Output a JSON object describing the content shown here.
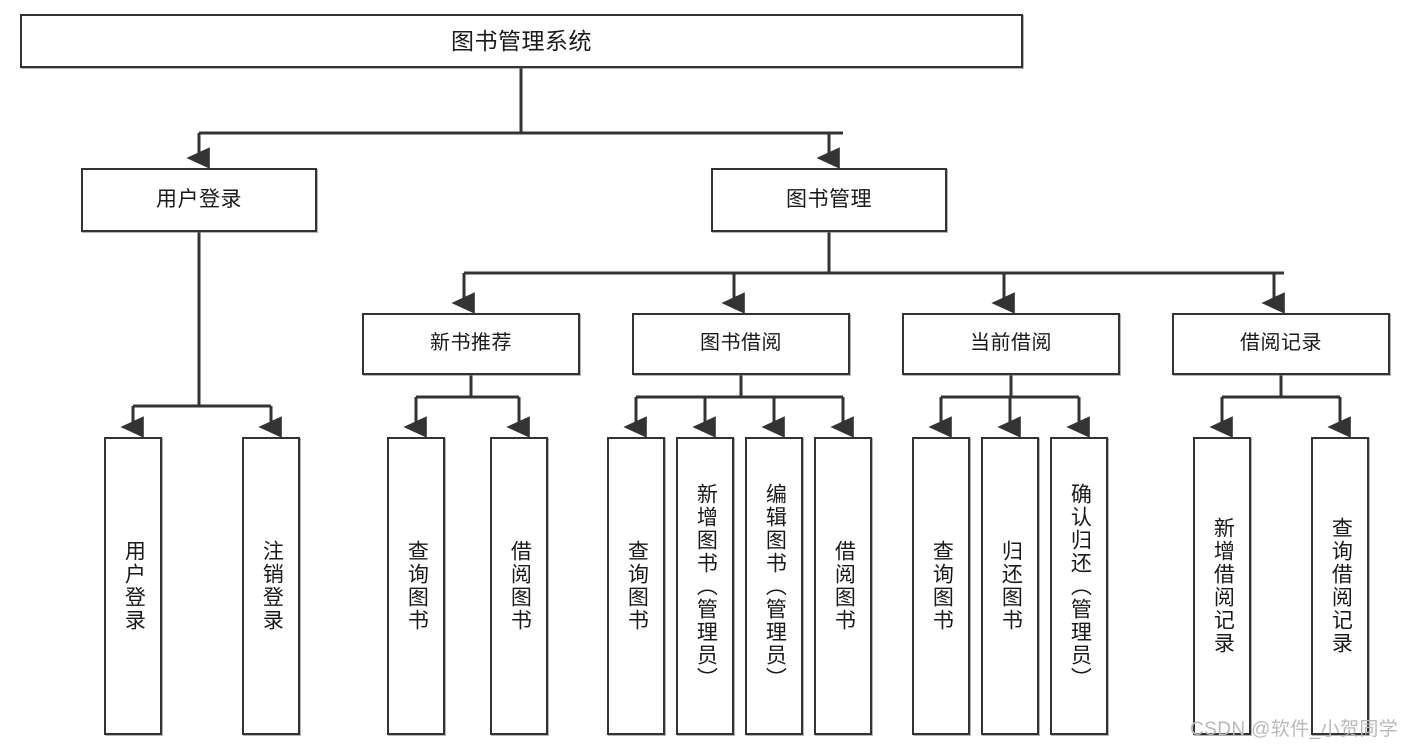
{
  "diagram": {
    "type": "tree",
    "title": "图书管理系统",
    "root": {
      "label": "图书管理系统"
    },
    "level2": [
      {
        "label": "用户登录"
      },
      {
        "label": "图书管理"
      }
    ],
    "level3": [
      {
        "label": "新书推荐"
      },
      {
        "label": "图书借阅"
      },
      {
        "label": "当前借阅"
      },
      {
        "label": "借阅记录"
      }
    ],
    "leaves": {
      "user_login": [
        {
          "label": "用户登录"
        },
        {
          "label": "注销登录"
        }
      ],
      "new_book_recommend": [
        {
          "label": "查询图书"
        },
        {
          "label": "借阅图书"
        }
      ],
      "book_borrow": [
        {
          "label": "查询图书"
        },
        {
          "label": "新增图书（管理员）"
        },
        {
          "label": "编辑图书（管理员）"
        },
        {
          "label": "借阅图书"
        }
      ],
      "current_borrow": [
        {
          "label": "查询图书"
        },
        {
          "label": "归还图书"
        },
        {
          "label": "确认归还（管理员）"
        }
      ],
      "borrow_record": [
        {
          "label": "新增借阅记录"
        },
        {
          "label": "查询借阅记录"
        }
      ]
    }
  },
  "watermark": {
    "text": "CSDN @软件_小贺同学"
  },
  "colors": {
    "border": "#333333",
    "background": "#ffffff",
    "text": "#1a1a1a",
    "watermark": "#b9b9b9"
  }
}
